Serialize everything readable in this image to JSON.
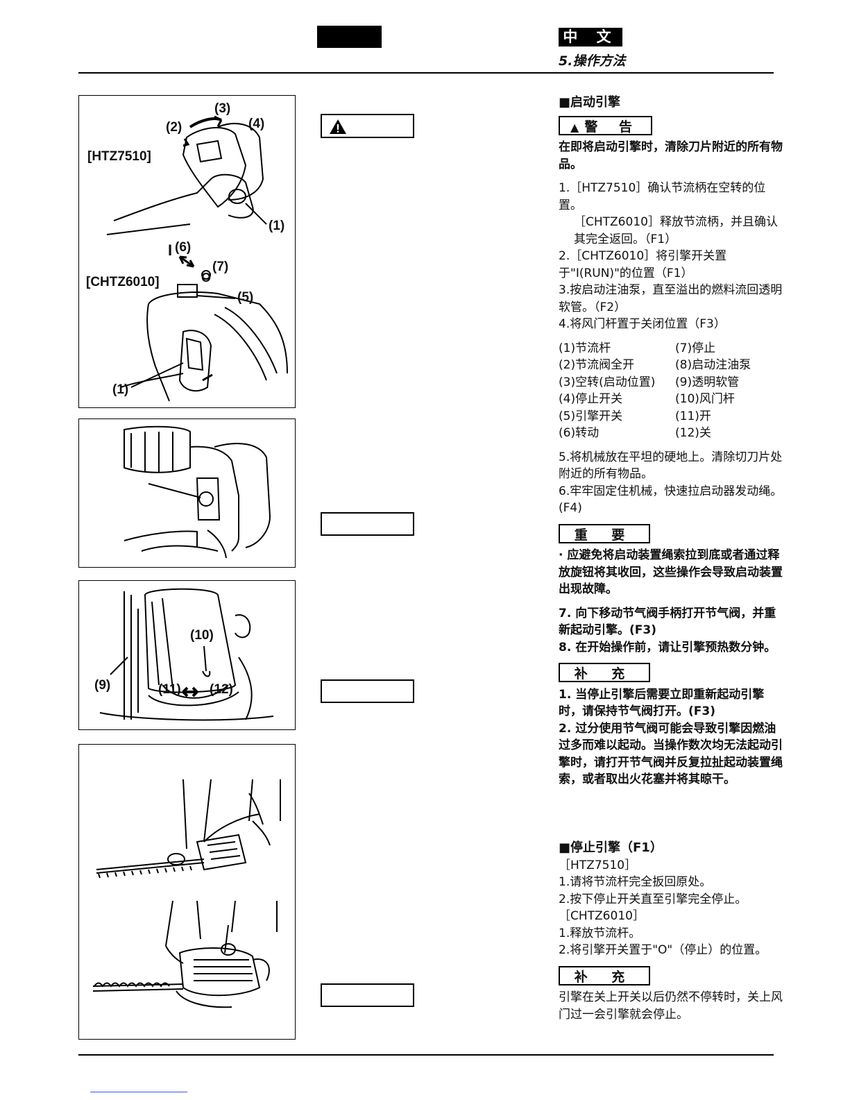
{
  "header": {
    "language_tab": "中 文",
    "section": "5.操作方法"
  },
  "figures": {
    "f1": {
      "model_a": "[HTZ7510]",
      "model_b": "[CHTZ6010]",
      "callouts": [
        "(1)",
        "(2)",
        "(3)",
        "(4)",
        "(1)",
        "(5)",
        "(6)",
        "(7)"
      ],
      "run_symbol": "I",
      "stop_symbol": "O"
    },
    "f3": {
      "callouts": [
        "(9)",
        "(10)",
        "(11)",
        "(12)"
      ]
    }
  },
  "left_boxes": {
    "warning_icon": "warning-triangle-icon"
  },
  "start_engine": {
    "heading": "■启动引擎",
    "warning_label": "警 告",
    "warning_text": "在即将启动引擎时，清除刀片附近的所有物品。",
    "steps": [
      "1.［HTZ7510］确认节流柄在空转的位置。",
      "［CHTZ6010］释放节流柄，并且确认其完全返回。（F1）",
      "2.［CHTZ6010］将引擎开关置于\"I(RUN)\"的位置（F1）",
      "3.按启动注油泵，直至溢出的燃料流回透明软管。（F2）",
      "4.将风门杆置于关闭位置（F3）"
    ],
    "parts": [
      [
        "(1)节流杆",
        "(7)停止"
      ],
      [
        "(2)节流阀全开",
        "(8)启动注油泵"
      ],
      [
        "(3)空转(启动位置)",
        "(9)透明软管"
      ],
      [
        "(4)停止开关",
        "(10)风门杆"
      ],
      [
        "(5)引擎开关",
        "(11)开"
      ],
      [
        "(6)转动",
        "(12)关"
      ]
    ],
    "steps2": [
      "5.将机械放在平坦的硬地上。清除切刀片处附近的所有物品。",
      "6.牢牢固定住机械，快速拉启动器发动绳。(F4)"
    ],
    "important_label": "重 要",
    "important_text": "· 应避免将启动装置绳索拉到底或者通过释放旋钮将其收回，这些操作会导致启动装置出现故障。",
    "steps3": [
      "7. 向下移动节气阀手柄打开节气阀，并重新起动引擎。(F3)",
      "8. 在开始操作前，请让引擎预热数分钟。"
    ],
    "supplement_label": "补 充",
    "supplement_items": [
      "1. 当停止引擎后需要立即重新起动引擎时，请保持节气阀打开。(F3)",
      "2. 过分使用节气阀可能会导致引擎因燃油过多而难以起动。当操作数次均无法起动引擎时，请打开节气阀并反复拉扯起动装置绳索，或者取出火花塞并将其晾干。"
    ]
  },
  "stop_engine": {
    "heading": "■停止引擎（F1）",
    "model_a": "［HTZ7510］",
    "steps_a": [
      "1.请将节流杆完全扳回原处。",
      "2.按下停止开关直至引擎完全停止。"
    ],
    "model_b": "［CHTZ6010］",
    "steps_b": [
      "1.释放节流杆。",
      "2.将引擎开关置于\"O\"（停止）的位置。"
    ],
    "supplement_label": "补 充",
    "supplement_text": "引擎在关上开关以后仍然不停转时，关上风门过一会引擎就会停止。"
  }
}
